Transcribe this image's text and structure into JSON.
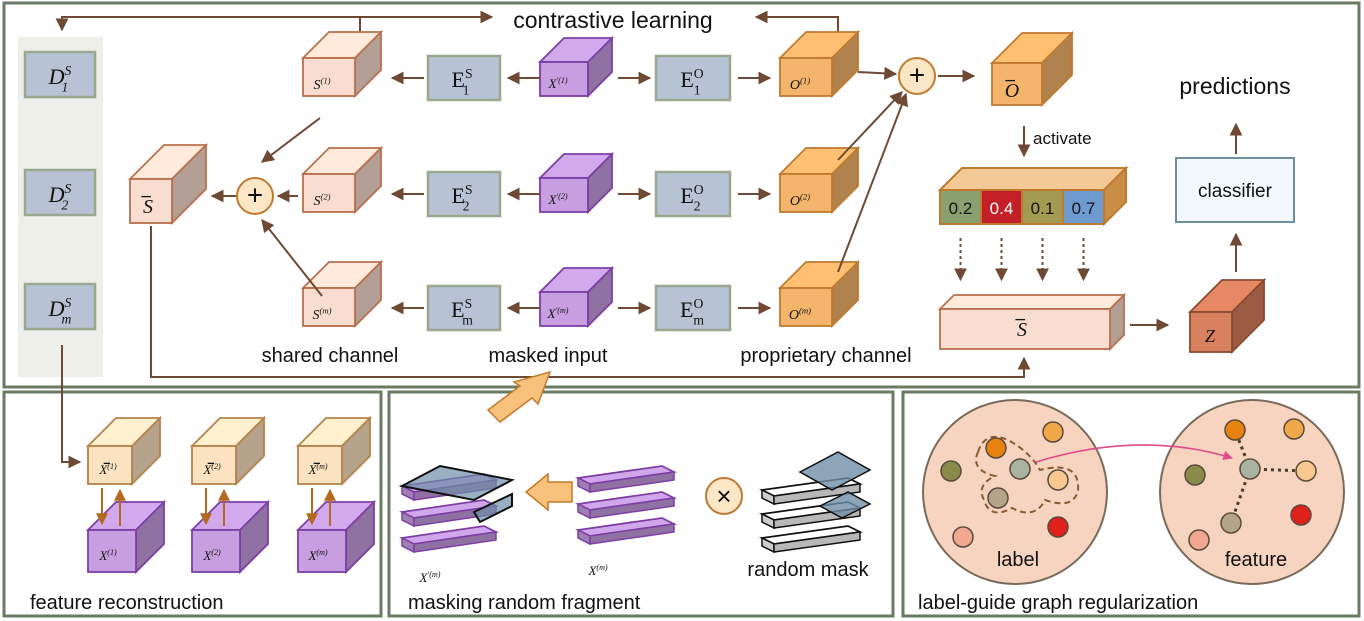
{
  "panels": {
    "main": {
      "title": "contrastive learning"
    },
    "reconstruction": {
      "title": "feature reconstruction"
    },
    "masking": {
      "title": "masking random fragment"
    },
    "graph": {
      "title": "label-guide graph regularization"
    }
  },
  "captions": {
    "shared": "shared channel",
    "masked": "masked input",
    "proprietary": "proprietary channel",
    "activate": "activate",
    "predictions": "predictions",
    "random_mask": "random mask",
    "label": "label",
    "feature": "feature"
  },
  "decoders": [
    "1",
    "2",
    "m"
  ],
  "shared_encoders": [
    "1",
    "2",
    "m"
  ],
  "prop_encoders": [
    "1",
    "2",
    "m"
  ],
  "shared_blocks": [
    "(1)",
    "(2)",
    "(m)"
  ],
  "prop_blocks": [
    "(1)",
    "(2)",
    "(m)"
  ],
  "masked_blocks": [
    "′(1)",
    "′(2)",
    "′(m)"
  ],
  "recon_blocks": [
    "(1)",
    "(2)",
    "(m)"
  ],
  "input_blocks": [
    "(1)",
    "(2)",
    "(m)"
  ],
  "symbols": {
    "S": "S",
    "D": "D",
    "E": "E",
    "O": "O",
    "X": "X",
    "Z": "Z",
    "plus": "+",
    "times": "×",
    "sup_S": "S",
    "sup_O": "O",
    "masked_out": "′(m)",
    "raw_in": "(m)"
  },
  "weights": [
    "0.2",
    "0.4",
    "0.1",
    "0.7"
  ],
  "classifier": "classifier",
  "colors": {
    "frame": "#6b7a62",
    "arrow": "#6e4a35",
    "decoder_bg": "#edefe8",
    "enc_fill": "#b7c3d4",
    "enc_stroke": "#9aa88f",
    "shared_fill": "#f8ddd0",
    "shared_stroke": "#b8704d",
    "prop_fill": "#f3b56c",
    "prop_stroke": "#c07a30",
    "masked_fill": "#c79fe0",
    "masked_stroke": "#7d3fa6",
    "recon_fill": "#fbe3c2",
    "z_fill": "#d9805e",
    "w1": "#8aa06f",
    "w2": "#c21f26",
    "w3": "#a39b52",
    "w4": "#6d9bcf",
    "circle_fill": "#f6d4c0",
    "pink_arrow": "#e04c8a"
  }
}
